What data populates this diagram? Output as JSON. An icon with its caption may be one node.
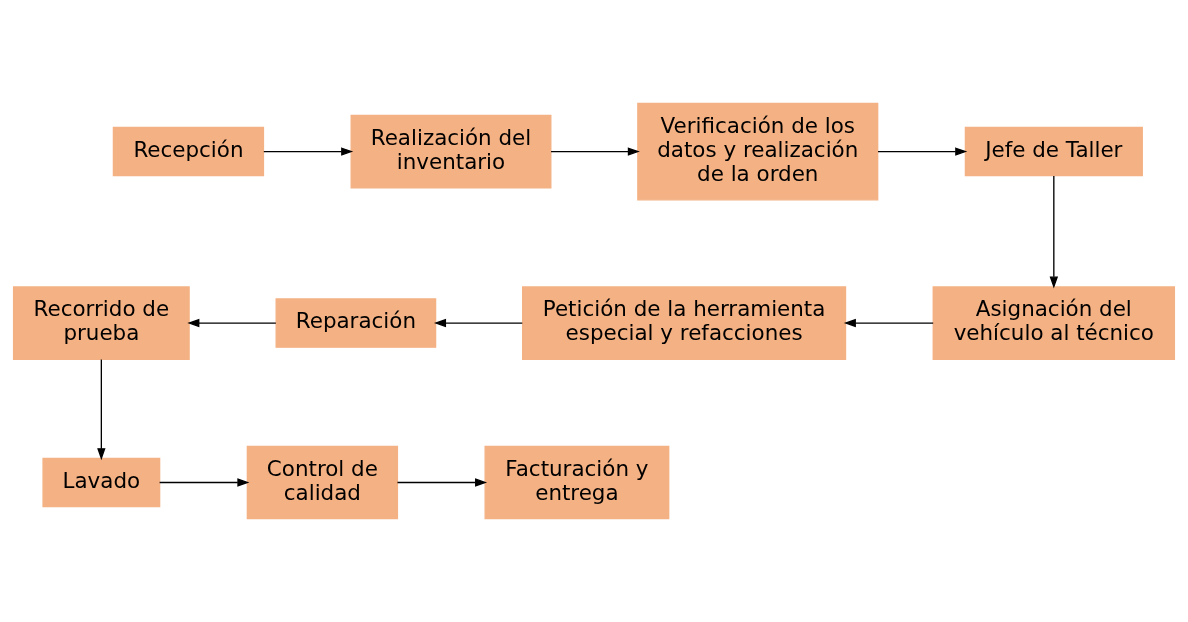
{
  "diagram": {
    "nodes": [
      {
        "text": [
          "Recepción"
        ]
      },
      {
        "text": [
          "Realización del inventario"
        ]
      },
      {
        "text": [
          "Verificación de los datos y realización de la orden"
        ]
      },
      {
        "text": [
          "Jefe de Taller"
        ]
      },
      {
        "text": [
          "Recorrido de prueba"
        ]
      },
      {
        "text": [
          "Reparación"
        ]
      },
      {
        "text": [
          "Petición de la herramienta especial y refacciones"
        ]
      },
      {
        "text": [
          "Asignación del vehículo al técnico"
        ]
      },
      {
        "text": [
          "Lavado"
        ]
      },
      {
        "text": [
          "Control de calidad"
        ]
      },
      {
        "text": [
          "Facturación y entrega"
        ]
      }
    ],
    "edges": [
      {
        "from": 0,
        "to": 1,
        "arrow": "to"
      },
      {
        "from": 1,
        "to": 2,
        "arrow": "to"
      },
      {
        "from": 2,
        "to": 3,
        "arrow": "to"
      },
      {
        "from": 3,
        "to": 7,
        "arrow": "to"
      },
      {
        "from": 7,
        "to": 6,
        "arrow": "to"
      },
      {
        "from": 6,
        "to": 5,
        "arrow": "to"
      },
      {
        "from": 5,
        "to": 4,
        "arrow": "to"
      },
      {
        "from": 4,
        "to": 8,
        "arrow": "to"
      },
      {
        "from": 8,
        "to": 9,
        "arrow": "to"
      },
      {
        "from": 9,
        "to": 10,
        "arrow": "to"
      }
    ]
  }
}
